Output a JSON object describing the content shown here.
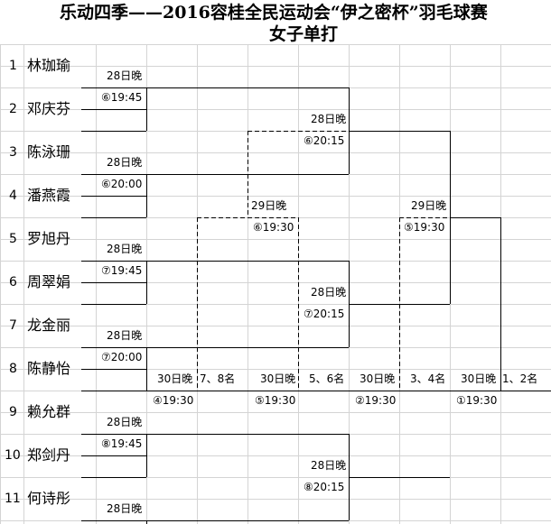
{
  "title_line1": "乐动四季——2016容桂全民运动会“伊之密杯”羽毛球赛",
  "title_line2": "女子单打",
  "players": [
    {
      "num": "1",
      "name": "林珈瑜"
    },
    {
      "num": "2",
      "name": "邓庆芬"
    },
    {
      "num": "3",
      "name": "陈泳珊"
    },
    {
      "num": "4",
      "name": "潘燕霞"
    },
    {
      "num": "5",
      "name": "罗旭丹"
    },
    {
      "num": "6",
      "name": "周翠娟"
    },
    {
      "num": "7",
      "name": "龙金丽"
    },
    {
      "num": "8",
      "name": "陈静怡"
    },
    {
      "num": "9",
      "name": "赖允群"
    },
    {
      "num": "10",
      "name": "郑剑丹"
    },
    {
      "num": "11",
      "name": "何诗彤"
    }
  ],
  "round1": [
    {
      "day": "28日晚",
      "time": "⑥19:45"
    },
    {
      "day": "28日晚",
      "time": "⑥20:00"
    },
    {
      "day": "28日晚",
      "time": "⑦19:45"
    },
    {
      "day": "28日晚",
      "time": "⑦20:00"
    },
    {
      "day": "28日晚",
      "time": "⑧19:45"
    },
    {
      "day": "28日晚"
    }
  ],
  "round2": [
    {
      "day": "28日晚",
      "time": "⑥20:15"
    },
    {
      "day": "28日晚",
      "time": "⑦20:15"
    },
    {
      "day": "28日晚",
      "time": "⑧20:15"
    }
  ],
  "round3": [
    {
      "day": "29日晚",
      "time": "⑥19:30"
    },
    {
      "day": "29日晚",
      "time": "⑤19:30"
    }
  ],
  "finals": [
    {
      "day": "30日晚",
      "place": "7、8名",
      "time": "④19:30"
    },
    {
      "day": "30日晚",
      "place": "5、6名",
      "time": "⑤19:30"
    },
    {
      "day": "30日晚",
      "place": "3、4名",
      "time": "②19:30"
    },
    {
      "day": "30日晚",
      "place": "1、2名",
      "time": "①19:30"
    }
  ]
}
